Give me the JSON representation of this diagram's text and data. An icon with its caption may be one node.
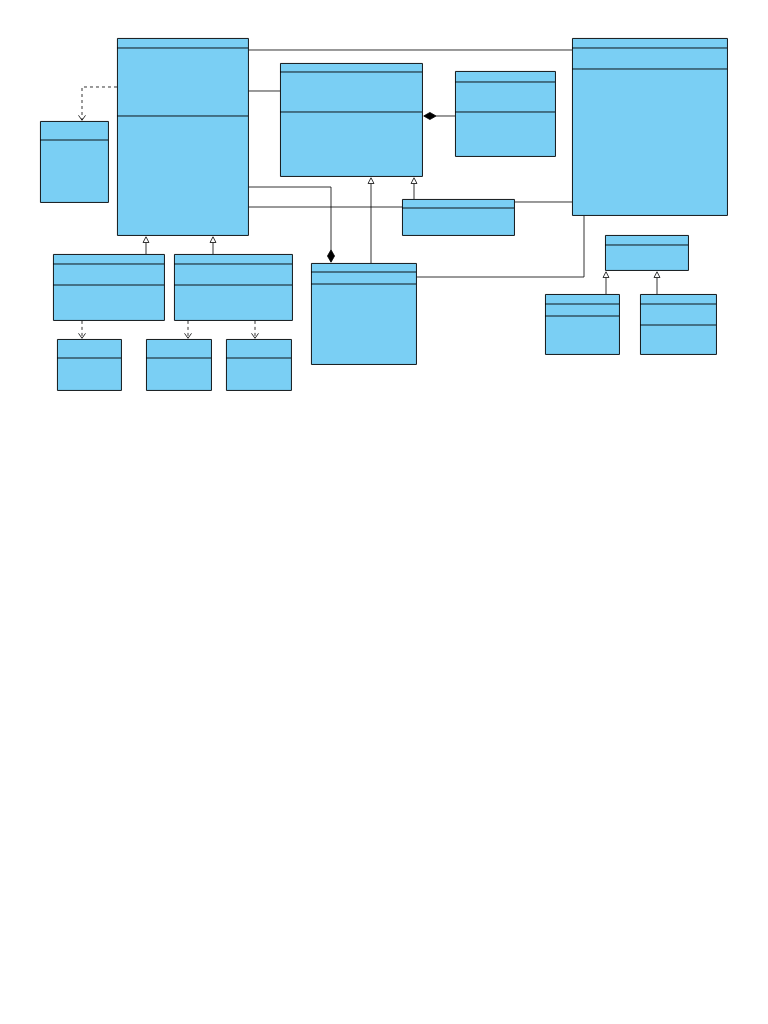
{
  "diagram": {
    "nodes": [
      {
        "text": [],
        "shape": "box"
      },
      {
        "text": [],
        "shape": "box"
      },
      {
        "text": [],
        "shape": "box"
      },
      {
        "text": [],
        "shape": "box"
      },
      {
        "text": [],
        "shape": "box"
      },
      {
        "text": [],
        "shape": "box"
      },
      {
        "text": [],
        "shape": "box"
      },
      {
        "text": [],
        "shape": "box"
      },
      {
        "text": [],
        "shape": "box"
      },
      {
        "text": [],
        "shape": "box"
      },
      {
        "text": [],
        "shape": "box"
      },
      {
        "text": [],
        "shape": "box"
      },
      {
        "text": [],
        "shape": "box"
      },
      {
        "text": [],
        "shape": "box"
      },
      {
        "text": [],
        "shape": "box"
      }
    ],
    "edges": [
      {
        "from": 0,
        "to": 4,
        "arrow": "none"
      },
      {
        "from": 0,
        "to": 2,
        "arrow": "none"
      },
      {
        "from": 0,
        "to": 1,
        "arrow": "to",
        "style": "dashed"
      },
      {
        "from": 3,
        "to": 2,
        "arrow": "other"
      },
      {
        "from": 0,
        "to": 8,
        "arrow": "other"
      },
      {
        "from": 8,
        "to": 2,
        "arrow": "to"
      },
      {
        "from": 5,
        "to": 2,
        "arrow": "to"
      },
      {
        "from": 0,
        "to": 5,
        "arrow": "none"
      },
      {
        "from": 5,
        "to": 4,
        "arrow": "none"
      },
      {
        "from": 4,
        "to": 8,
        "arrow": "none"
      },
      {
        "from": 6,
        "to": 0,
        "arrow": "to"
      },
      {
        "from": 7,
        "to": 0,
        "arrow": "to"
      },
      {
        "from": 6,
        "to": 12,
        "arrow": "to",
        "style": "dashed"
      },
      {
        "from": 7,
        "to": 13,
        "arrow": "to",
        "style": "dashed"
      },
      {
        "from": 7,
        "to": 14,
        "arrow": "to",
        "style": "dashed"
      },
      {
        "from": 10,
        "to": 9,
        "arrow": "to"
      },
      {
        "from": 11,
        "to": 9,
        "arrow": "to"
      }
    ]
  }
}
